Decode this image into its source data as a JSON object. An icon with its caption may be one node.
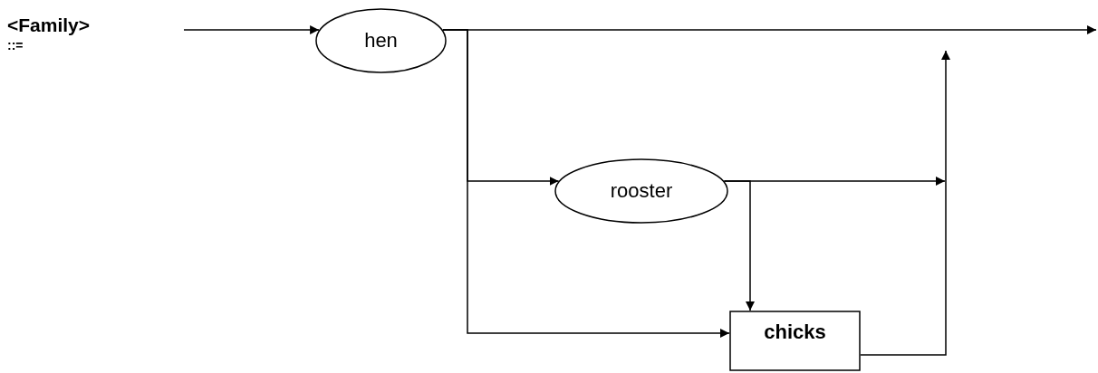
{
  "diagram": {
    "nodes": [
      {
        "text": [
          "hen"
        ]
      },
      {
        "text": [
          "rooster"
        ]
      },
      {
        "text": [
          "chicks"
        ]
      }
    ],
    "edges": [
      {
        "from": null,
        "to": 0,
        "arrow": "to"
      },
      {
        "from": 0,
        "to": null,
        "arrow": "to"
      },
      {
        "from": 0,
        "to": 1,
        "arrow": "to"
      },
      {
        "from": 0,
        "to": 2,
        "arrow": "to"
      },
      {
        "from": 1,
        "to": 2,
        "arrow": "to"
      },
      {
        "from": 1,
        "to": null,
        "arrow": "to"
      },
      {
        "from": 2,
        "to": null,
        "arrow": "to"
      }
    ],
    "labels": [
      "<Family>",
      "::="
    ]
  }
}
